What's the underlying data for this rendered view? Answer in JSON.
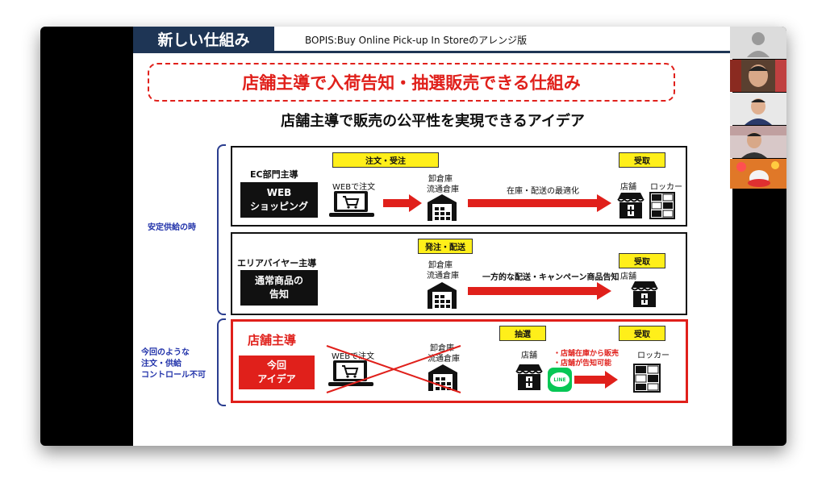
{
  "slide": {
    "section_title": "新しい仕組み",
    "subtitle": "BOPIS:Buy Online Pick-up In Storeのアレンジ版",
    "banner": "店舗主導で入荷告知・抽選販売できる仕組み",
    "idea_heading": "店舗主導で販売の公平性を実現できるアイデア",
    "left_labels": {
      "stable": "安定供給の時",
      "current_line1": "今回のような",
      "current_line2": "注文・供給",
      "current_line3": "コントロール不可"
    },
    "panel1": {
      "role": "EC部門主導",
      "box_line1": "WEB",
      "box_line2": "ショッピング",
      "label_order": "注文・受注",
      "label_receive": "受取",
      "web_order": "WEBで注文",
      "warehouse_line1": "卸倉庫",
      "warehouse_line2": "流通倉庫",
      "arrow_text": "在庫・配送の最適化",
      "store": "店舗",
      "locker": "ロッカー"
    },
    "panel2": {
      "role": "エリアバイヤー主導",
      "box_line1": "通常商品の",
      "box_line2": "告知",
      "label_dispatch": "発注・配送",
      "warehouse_line1": "卸倉庫",
      "warehouse_line2": "流通倉庫",
      "arrow_text": "一方的な配送・キャンペーン商品告知",
      "label_receive": "受取",
      "store": "店舗"
    },
    "panel3": {
      "role": "店舗主導",
      "box_line1": "今回",
      "box_line2": "アイデア",
      "web_order": "WEBで注文",
      "warehouse_line1": "卸倉庫",
      "warehouse_line2": "流通倉庫",
      "label_lottery": "抽選",
      "store": "店舗",
      "note1": "・店舗在庫から販売",
      "note2": "・店舗が告知可能",
      "line_badge": "LINE",
      "label_receive": "受取",
      "locker": "ロッカー"
    }
  },
  "colors": {
    "navy": "#1e3555",
    "red": "#e0201b",
    "yellow": "#ffef1a",
    "line_green": "#06c755",
    "blue_label": "#2233aa"
  }
}
